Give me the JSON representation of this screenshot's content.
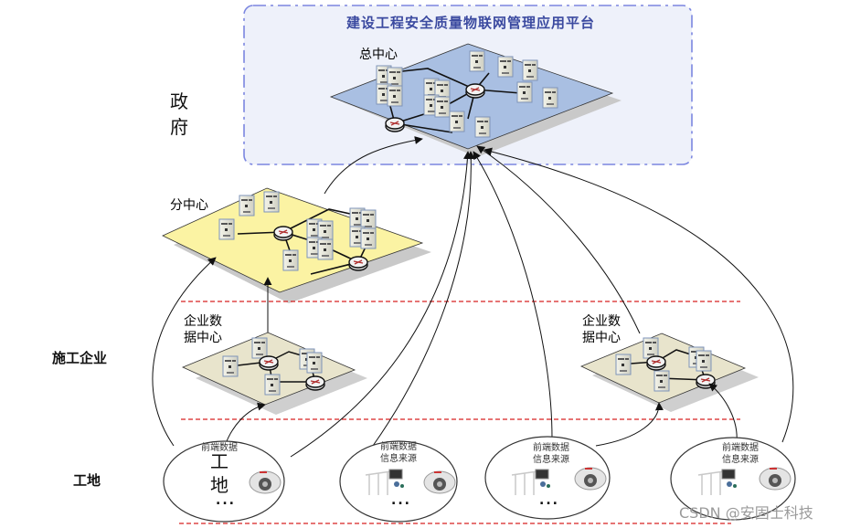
{
  "platform": {
    "title": "建设工程安全质量物联网管理应用平台",
    "border_color": "#7b86e0",
    "fill_color": "#eef1fa"
  },
  "hubs": {
    "main_center": {
      "label": "总中心",
      "fill": "#a9bfe2"
    },
    "branch_center": {
      "label": "分中心",
      "fill": "#fbf3a3"
    },
    "enterprise_left": {
      "label_line1": "企业数",
      "label_line2": "据中心",
      "fill": "#e8e4cc"
    },
    "enterprise_right": {
      "label_line1": "企业数",
      "label_line2": "据中心",
      "fill": "#e8e4cc"
    }
  },
  "tiers": {
    "government": [
      "政",
      "府"
    ],
    "enterprise": "施工企业",
    "site": "工地"
  },
  "sources": [
    {
      "line1": "前端数据",
      "line2": "",
      "overlay": [
        "工",
        "地"
      ],
      "dots": "..."
    },
    {
      "line1": "前端数据",
      "line2": "信息来源",
      "dots": "..."
    },
    {
      "line1": "前端数据",
      "line2": "信息来源",
      "dots": "..."
    },
    {
      "line1": "前端数据",
      "line2": "信息来源",
      "dots": "..."
    }
  ],
  "icons": {
    "server": "server-icon",
    "router": "router-icon",
    "camera": "dome-camera-icon",
    "sensor": "sensor-equipment-icon"
  },
  "colors": {
    "divider": "#d62020",
    "arrow": "#111111"
  },
  "watermark": "CSDN @安固士科技"
}
